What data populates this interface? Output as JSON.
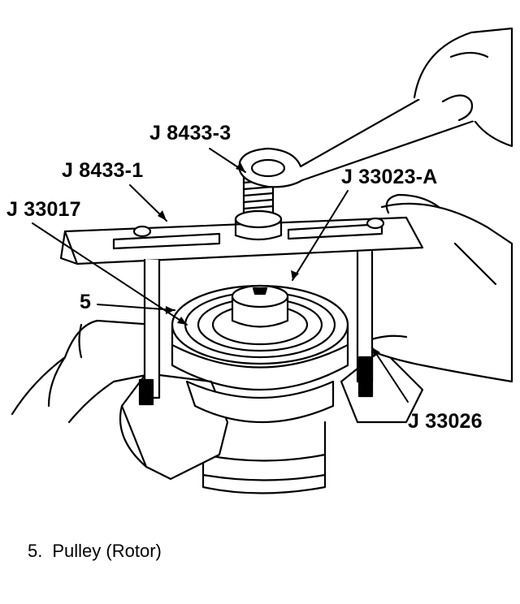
{
  "labels": {
    "j8433_3": "J 8433-3",
    "j8433_1": "J 8433-1",
    "j33023a": "J 33023-A",
    "j33017": "J 33017",
    "callout_5": "5",
    "j33026": "J 33026"
  },
  "legend": {
    "number": "5.",
    "text": "Pulley (Rotor)"
  },
  "colors": {
    "ink": "#000000",
    "paper": "#ffffff"
  }
}
